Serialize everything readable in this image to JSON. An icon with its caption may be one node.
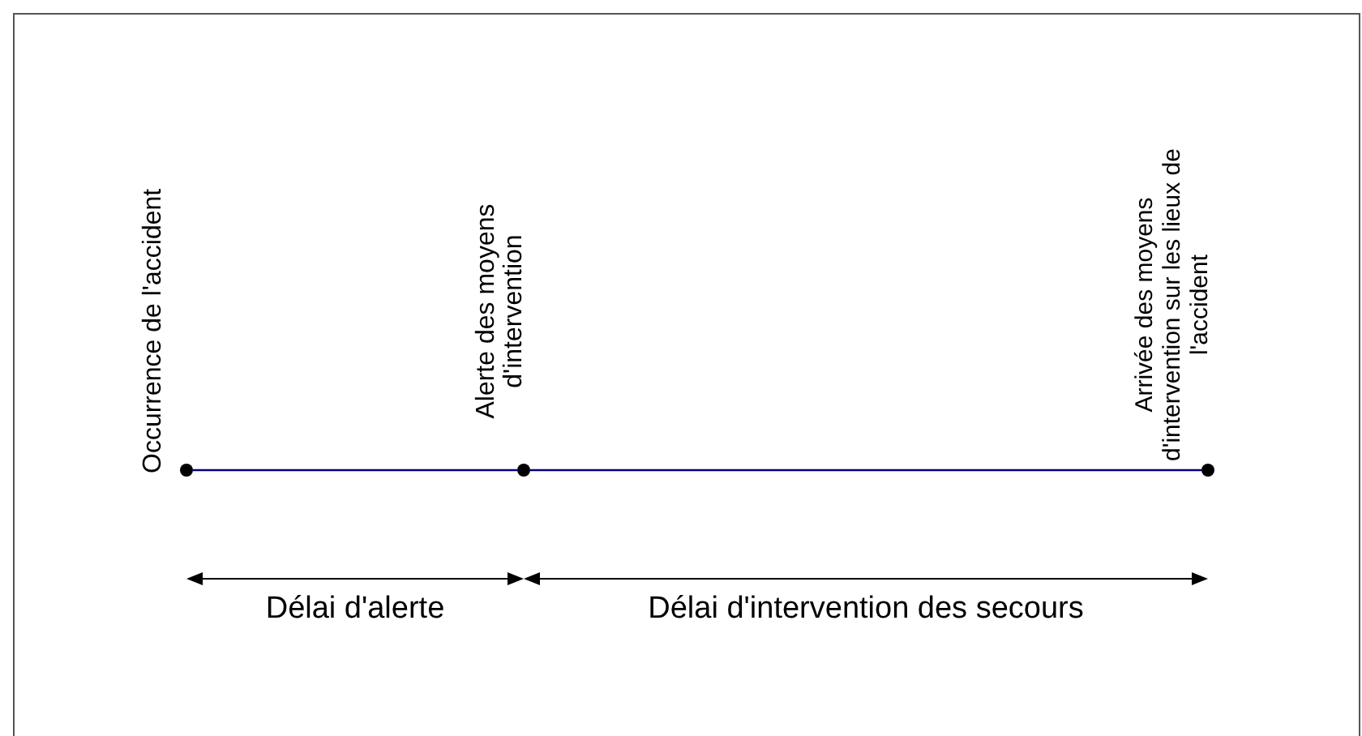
{
  "diagram": {
    "nodes": [
      {
        "text": [],
        "shape": "circle",
        "beside": [
          "Occurrence de l'accident"
        ]
      },
      {
        "text": [],
        "shape": "circle",
        "beside": [
          "Alerte des moyens d'intervention"
        ]
      },
      {
        "text": [],
        "shape": "circle",
        "beside": [
          "Arrivée des moyens d'intervention sur les lieux de l'accident"
        ]
      }
    ],
    "edges": [
      {
        "from": 0,
        "to": 1,
        "arrow": "none"
      },
      {
        "from": 1,
        "to": 2,
        "arrow": "none"
      }
    ],
    "labels": [
      "Délai d'alerte",
      "Délai d'intervention des secours"
    ]
  }
}
